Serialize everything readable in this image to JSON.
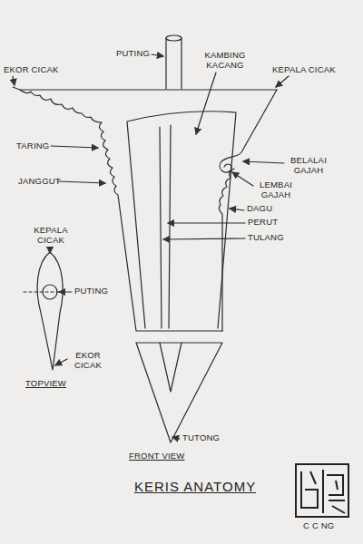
{
  "diagram": {
    "title": "KERIS ANATOMY",
    "labels": [
      "PUTING",
      "EKOR CICAK",
      "KAMBING KACANG",
      "KEPALA CICAK",
      "TARING",
      "BELALAI GAJAH",
      "LEMBAI GAJAH",
      "JANGGUT",
      "DAGU",
      "PERUT",
      "TULANG",
      "KEPALA CICAK",
      "PUTING",
      "EKOR CICAK",
      "TOPVIEW",
      "FRONT VIEW",
      "TUTONG",
      "C C NG"
    ]
  }
}
